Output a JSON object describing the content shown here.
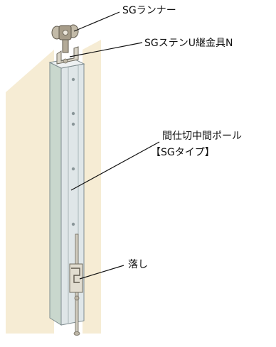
{
  "labels": {
    "runner": "SGランナー",
    "bracket": "SGステンU継金具N",
    "pole_line1": "間仕切中間ポール",
    "pole_line2": "【SGタイプ】",
    "drop": "落し"
  },
  "colors": {
    "wall": "#f6ecd4",
    "pole_face": "#c9d7cd",
    "pole_side": "#dfe6e8",
    "pole_edge": "#7f8c8f",
    "leader": "#111111",
    "hardware": "#b3aa98"
  }
}
